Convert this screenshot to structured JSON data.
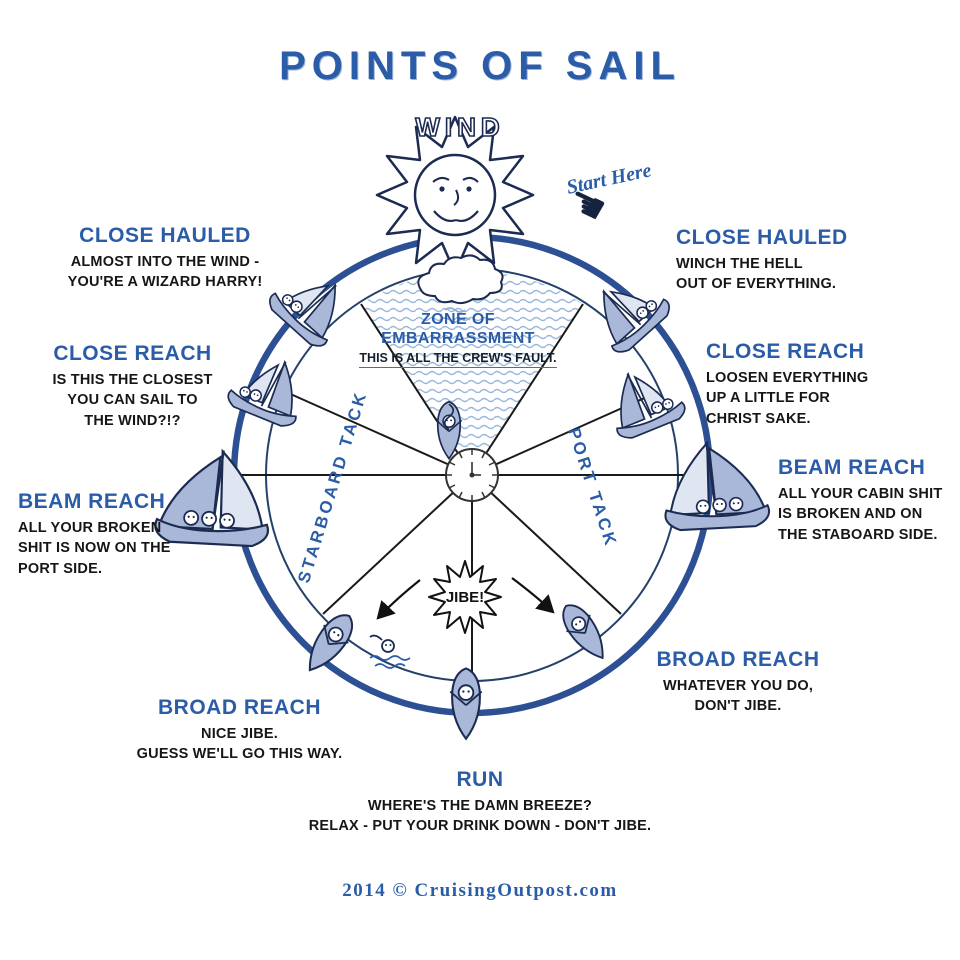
{
  "title": "POINTS OF SAIL",
  "wind_label": "WIND",
  "start_here": "Start Here",
  "zone": {
    "heading": "ZONE OF\nEMBARRASSMENT",
    "note": "THIS IS ALL THE CREW'S FAULT."
  },
  "tacks": {
    "starboard": "STARBOARD TACK",
    "port": "PORT TACK"
  },
  "jibe_label": "JIBE!",
  "points": {
    "close_hauled_left": {
      "heading": "CLOSE HAULED",
      "text": "ALMOST INTO THE WIND -\nYOU'RE A WIZARD HARRY!"
    },
    "close_hauled_right": {
      "heading": "CLOSE HAULED",
      "text": "WINCH THE HELL\nOUT OF EVERYTHING."
    },
    "close_reach_left": {
      "heading": "CLOSE REACH",
      "text": "IS THIS THE CLOSEST\nYOU CAN SAIL TO\nTHE WIND?!?"
    },
    "close_reach_right": {
      "heading": "CLOSE REACH",
      "text": "LOOSEN EVERYTHING\nUP A LITTLE FOR\nCHRIST SAKE."
    },
    "beam_reach_left": {
      "heading": "BEAM REACH",
      "text": "ALL YOUR BROKEN\nSHIT IS NOW ON THE\nPORT SIDE."
    },
    "beam_reach_right": {
      "heading": "BEAM REACH",
      "text": "ALL YOUR CABIN SHIT\nIS BROKEN AND ON\nTHE STABOARD SIDE."
    },
    "broad_reach_left": {
      "heading": "BROAD REACH",
      "text": "NICE JIBE.\nGUESS WE'LL GO THIS WAY."
    },
    "broad_reach_right": {
      "heading": "BROAD REACH",
      "text": "WHATEVER YOU DO,\nDON'T JIBE."
    },
    "run": {
      "heading": "RUN",
      "text": "WHERE'S THE DAMN BREEZE?\nRELAX - PUT YOUR DRINK DOWN - DON'T JIBE."
    }
  },
  "footer": "2014 © CruisingOutpost.com",
  "icons": {
    "pointing_hand": "☚"
  },
  "colors": {
    "accent_blue": "#2b5ca8",
    "ring_blue": "#2d4f93",
    "navy_outline": "#1c2b52",
    "hull_fill": "#a9b7d8",
    "water_wave": "#8fb0d8",
    "text_black": "#161616"
  }
}
